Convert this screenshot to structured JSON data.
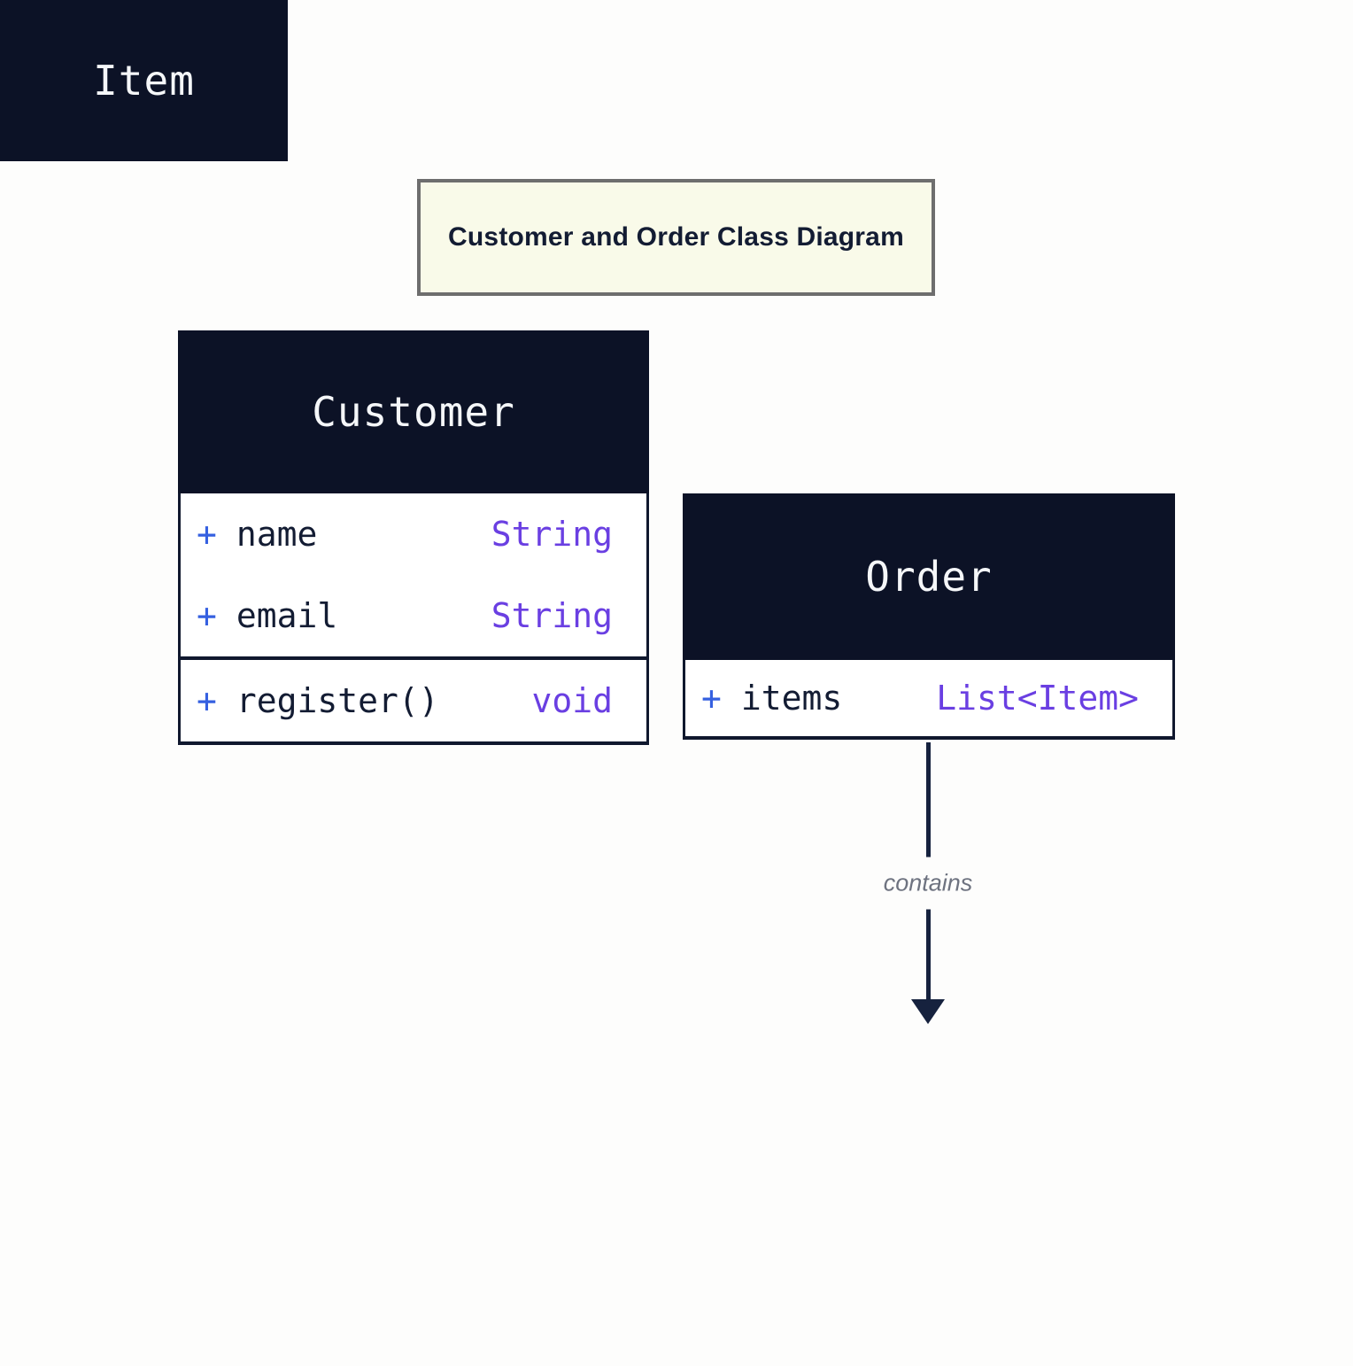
{
  "title_box": {
    "label": "Customer and Order Class Diagram"
  },
  "classes": [
    {
      "id": "customer",
      "name": "Customer",
      "attributes": [
        {
          "visibility": "+",
          "name": "name",
          "type": "String"
        },
        {
          "visibility": "+",
          "name": "email",
          "type": "String"
        }
      ],
      "methods": [
        {
          "visibility": "+",
          "name": "register()",
          "type": "void"
        }
      ]
    },
    {
      "id": "order",
      "name": "Order",
      "attributes": [
        {
          "visibility": "+",
          "name": "items",
          "type": "List<Item>"
        }
      ],
      "methods": []
    },
    {
      "id": "item",
      "name": "Item",
      "attributes": [],
      "methods": []
    }
  ],
  "relationships": [
    {
      "from": "Order",
      "to": "Item",
      "label": "contains",
      "style": "solid-arrow"
    }
  ],
  "colors": {
    "page_background": "#fdfdfc",
    "class_header_background": "#0c1226",
    "class_header_text": "#f5f7f9",
    "member_background": "#ffffff",
    "member_border": "#10182e",
    "visibility_plus": "#3560e0",
    "member_name": "#131c33",
    "member_type": "#6a3fe2",
    "edge": "#16223e",
    "edge_label": "#6e7380",
    "title_background": "#f9fae9",
    "title_border": "#6e6e6e"
  }
}
